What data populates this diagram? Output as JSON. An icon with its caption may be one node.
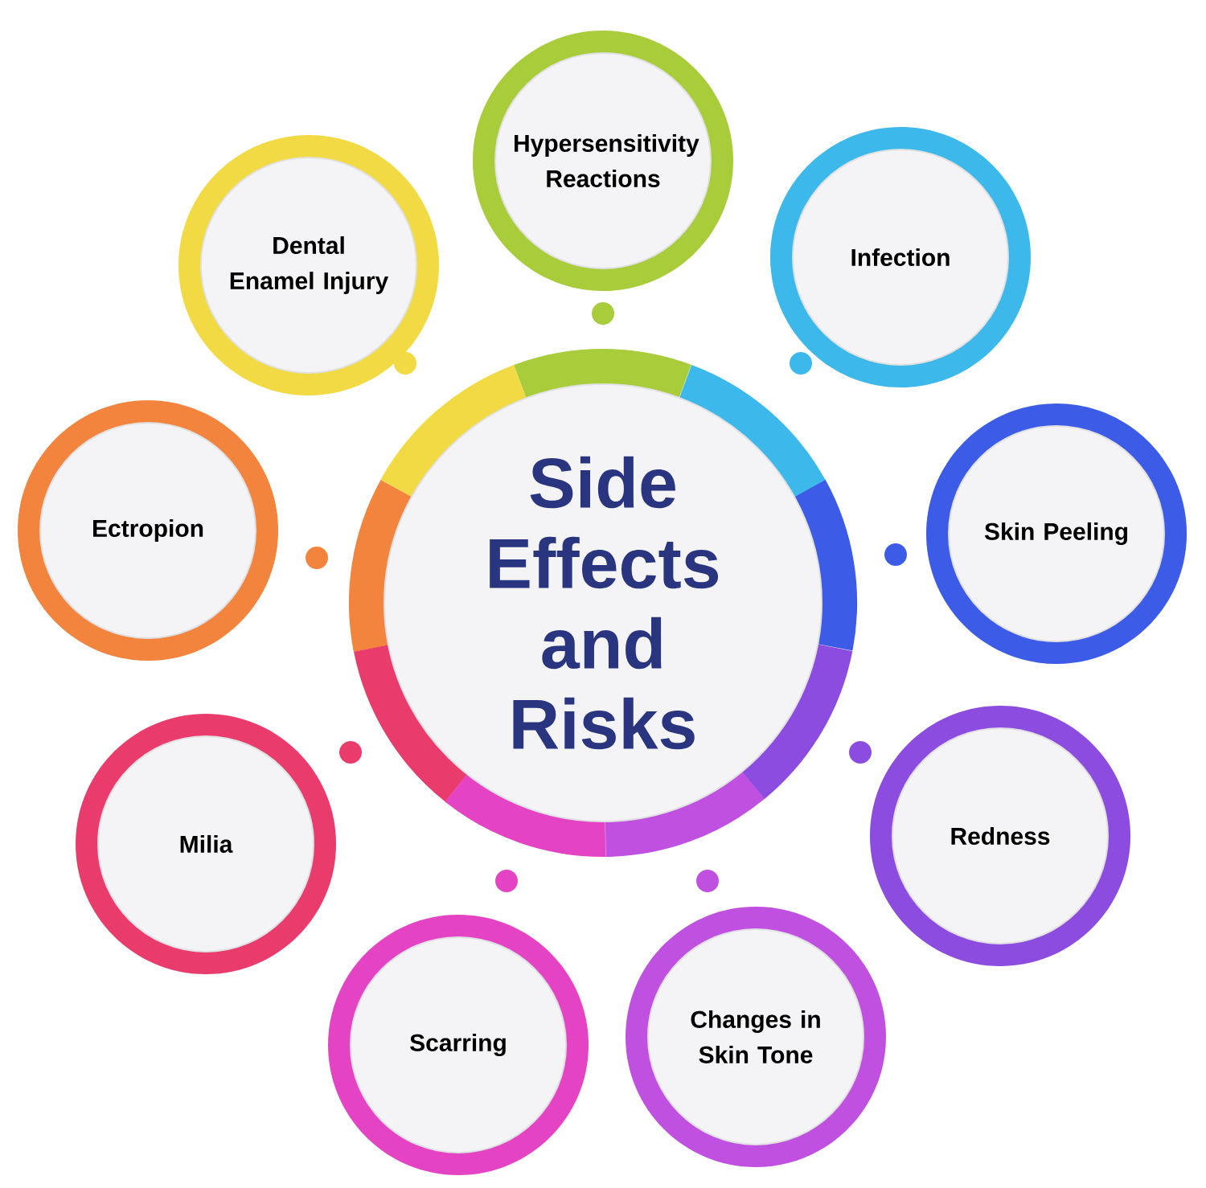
{
  "diagram": {
    "nodes": [
      {
        "text": [
          "Side Effects and Risks"
        ]
      },
      {
        "text": [
          "Hypersensitivity Reactions"
        ]
      },
      {
        "text": [
          "Infection"
        ]
      },
      {
        "text": [
          "Skin Peeling"
        ]
      },
      {
        "text": [
          "Redness"
        ]
      },
      {
        "text": [
          "Changes in Skin Tone"
        ]
      },
      {
        "text": [
          "Scarring"
        ]
      },
      {
        "text": [
          "Milia"
        ]
      },
      {
        "text": [
          "Ectropion"
        ]
      },
      {
        "text": [
          "Dental Enamel Injury"
        ]
      }
    ]
  }
}
